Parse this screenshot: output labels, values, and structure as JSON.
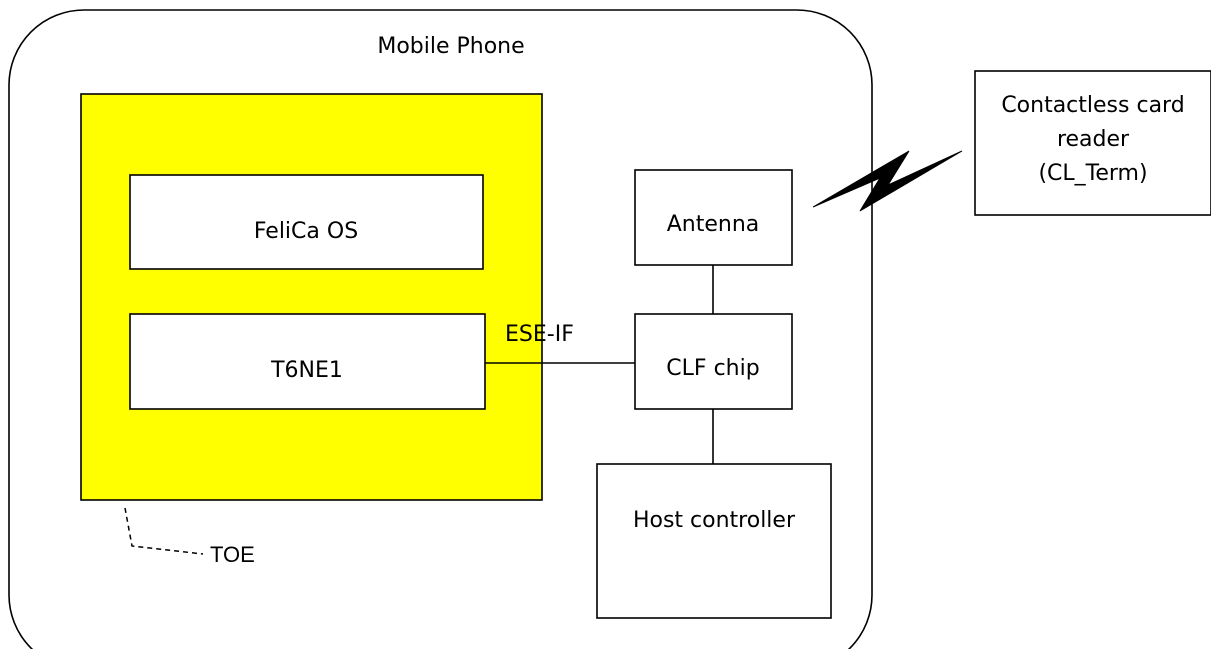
{
  "diagram": {
    "phone_label": "Mobile Phone",
    "felica_os_label": "FeliCa OS",
    "t6ne1_label": "T6NE1",
    "ese_if_label": "ESE-IF",
    "toe_label": "TOE",
    "antenna_label": "Antenna",
    "clf_chip_label": "CLF chip",
    "host_controller_label": "Host controller",
    "reader_label_line1": "Contactless card",
    "reader_label_line2": "reader",
    "reader_label_line3": "(CL_Term)"
  },
  "colors": {
    "toe_fill": "#ffff00",
    "stroke": "#000000",
    "background": "#ffffff"
  }
}
